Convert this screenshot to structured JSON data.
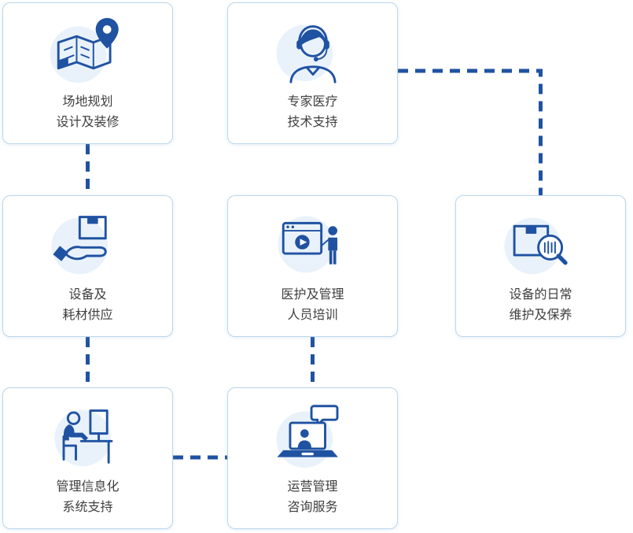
{
  "colors": {
    "accent": "#2052a2",
    "card-border": "#bcd7ec",
    "icon-bg": "#e9f2fb",
    "text": "#3f3f3f",
    "card-bg": "#ffffff"
  },
  "diagram": {
    "cards": [
      {
        "name": "site-planning",
        "line1": "场地规划",
        "line2": "设计及装修",
        "icon": "map-location-pin-icon"
      },
      {
        "name": "expert-medical-support",
        "line1": "专家医疗",
        "line2": "技术支持",
        "icon": "support-agent-headset-icon"
      },
      {
        "name": "equipment-supply",
        "line1": "设备及",
        "line2": "耗材供应",
        "icon": "hand-holding-box-icon"
      },
      {
        "name": "staff-training",
        "line1": "医护及管理",
        "line2": "人员培训",
        "icon": "video-training-icon"
      },
      {
        "name": "daily-maintenance",
        "line1": "设备的日常",
        "line2": "维护及保养",
        "icon": "box-inspection-magnifier-icon"
      },
      {
        "name": "it-system-support",
        "line1": "管理信息化",
        "line2": "系统支持",
        "icon": "workstation-person-icon"
      },
      {
        "name": "operations-consulting",
        "line1": "运营管理",
        "line2": "咨询服务",
        "icon": "laptop-video-chat-icon"
      }
    ],
    "connections": [
      {
        "from": "site-planning",
        "to": "equipment-supply",
        "style": "dashed"
      },
      {
        "from": "expert-medical-support",
        "to": "daily-maintenance",
        "style": "dashed"
      },
      {
        "from": "equipment-supply",
        "to": "it-system-support",
        "style": "dashed"
      },
      {
        "from": "staff-training",
        "to": "operations-consulting",
        "style": "dashed"
      },
      {
        "from": "it-system-support",
        "to": "operations-consulting",
        "style": "dashed"
      }
    ]
  }
}
